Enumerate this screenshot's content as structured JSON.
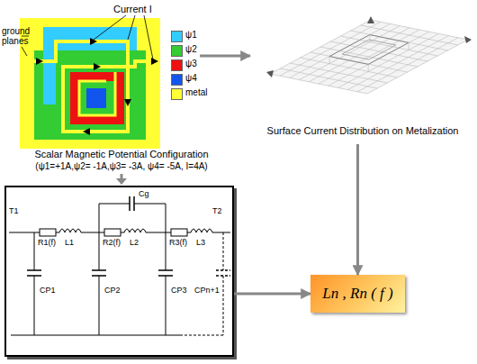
{
  "diagram": {
    "nodes": [
      {
        "text": [
          "Current I",
          "ground planes"
        ]
      },
      {
        "text": [
          "Surface Current Distribution on Metalization"
        ]
      },
      {
        "text": [
          "T1",
          "T2",
          "R1(f)",
          "L1",
          "R2(f)",
          "L2",
          "R3(f)",
          "L3",
          "Cg",
          "CP1",
          "CP2",
          "CP3",
          "CPn+1"
        ]
      },
      {
        "text": [
          "Ln , Rn ( f )"
        ]
      }
    ],
    "edges": [
      {
        "from": 0,
        "to": 1,
        "arrow": "to"
      },
      {
        "from": 1,
        "to": 3,
        "arrow": "to"
      },
      {
        "from": 2,
        "to": 3,
        "arrow": "to"
      }
    ],
    "labels": [
      "Scalar Magnetic Potential Configuration",
      "(ψ1=+1A,ψ2= -1A,ψ3= -3A, ψ4= -5A, I=4A)"
    ],
    "legend": [
      {
        "text": "ψ1",
        "color": "#33ccff"
      },
      {
        "text": "ψ2",
        "color": "#33cc33"
      },
      {
        "text": "ψ3",
        "color": "#ee1111"
      },
      {
        "text": "ψ4",
        "color": "#1155ee"
      },
      {
        "text": "metal",
        "color": "#ffff33"
      }
    ]
  }
}
